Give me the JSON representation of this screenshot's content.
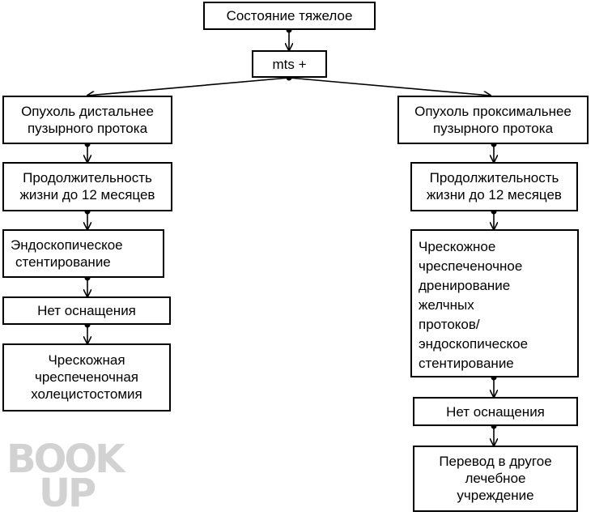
{
  "flowchart": {
    "root": {
      "text": "Состояние тяжелое"
    },
    "mts": {
      "text": "mts +"
    },
    "left": {
      "tumor": {
        "line1": "Опухоль дистальнее",
        "line2": "пузырного протока"
      },
      "survival": {
        "line1": "Продолжительность",
        "line2": "жизни до 12 месяцев"
      },
      "stenting": {
        "line1": "Эндоскопическое",
        "line2": "стентирование"
      },
      "no_equipment": {
        "text": "Нет оснащения"
      },
      "cholecystostomy": {
        "line1": "Чрескожная",
        "line2": "чреспеченочная",
        "line3": "холецистостомия"
      }
    },
    "right": {
      "tumor": {
        "line1": "Опухоль проксимальнее",
        "line2": "пузырного протока"
      },
      "survival": {
        "line1": "Продолжительность",
        "line2": "жизни до 12 месяцев"
      },
      "drainage": {
        "lines": [
          "Чрескожное",
          "чреспеченочное",
          "дренирование",
          "желчных",
          "протоков/",
          "эндоскопическое",
          "стентирование"
        ]
      },
      "no_equipment": {
        "text": "Нет оснащения"
      },
      "transfer": {
        "line1": "Перевод в другое",
        "line2": "лечебное",
        "line3": "учреждение"
      }
    }
  },
  "watermark": {
    "line1": "BOOK",
    "line2": "UP"
  }
}
